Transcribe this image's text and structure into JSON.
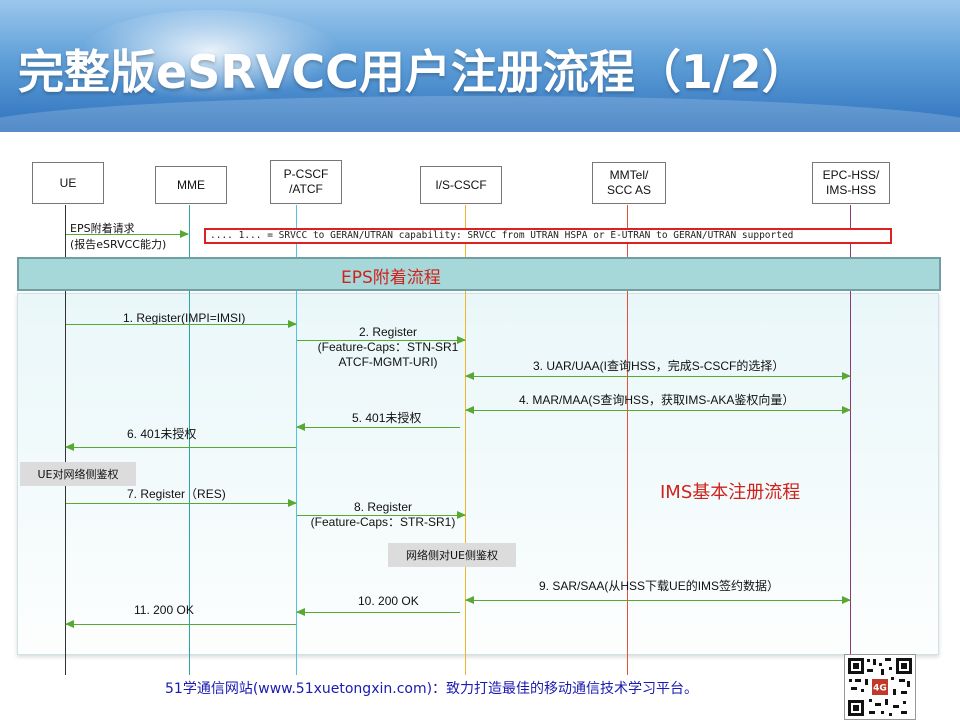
{
  "title": "完整版eSRVCC用户注册流程（1/2）",
  "nodes": {
    "ue": "UE",
    "mme": "MME",
    "pcscf": "P-CSCF\n/ATCF",
    "iscscf": "I/S-CSCF",
    "mmtel": "MMTel/\nSCC AS",
    "hss": "EPC-HSS/\nIMS-HSS"
  },
  "eps_request": "EPS附着请求\n(报告eSRVCC能力)",
  "capability_text": ".... 1... = SRVCC to GERAN/UTRAN capability: SRVCC from UTRAN HSPA or E-UTRAN to GERAN/UTRAN supported",
  "eps_band": "EPS附着流程",
  "ims_label": "IMS基本注册流程",
  "ue_auth_box": "UE对网络侧鉴权",
  "net_auth_box": "网络侧对UE侧鉴权",
  "messages": {
    "m1": "1. Register(IMPI=IMSI)",
    "m2": "2. Register\n(Feature-Caps：STN-SR1\nATCF-MGMT-URI)",
    "m3": "3. UAR/UAA(I查询HSS，完成S-CSCF的选择）",
    "m4": "4. MAR/MAA(S查询HSS，获取IMS-AKA鉴权向量）",
    "m5": "5. 401未授权",
    "m6": "6. 401未授权",
    "m7": "7. Register（RES)",
    "m8": "8. Register\n(Feature-Caps：STR-SR1)",
    "m9": "9. SAR/SAA(从HSS下载UE的IMS签约数据）",
    "m10": "10. 200 OK",
    "m11": "11. 200 OK"
  },
  "footer": "51学通信网站(www.51xuetongxin.com)：致力打造最佳的移动通信技术学习平台。",
  "qr_label": "4G",
  "colors": {
    "arrow": "#59a832",
    "red": "#d0221c",
    "lane_ue": "#333333",
    "lane_mme": "#2aa6a6",
    "lane_pcscf": "#4fc3e0",
    "lane_iscscf": "#f0b429",
    "lane_mmtel": "#e0533a",
    "lane_hss": "#8a3a7a"
  }
}
